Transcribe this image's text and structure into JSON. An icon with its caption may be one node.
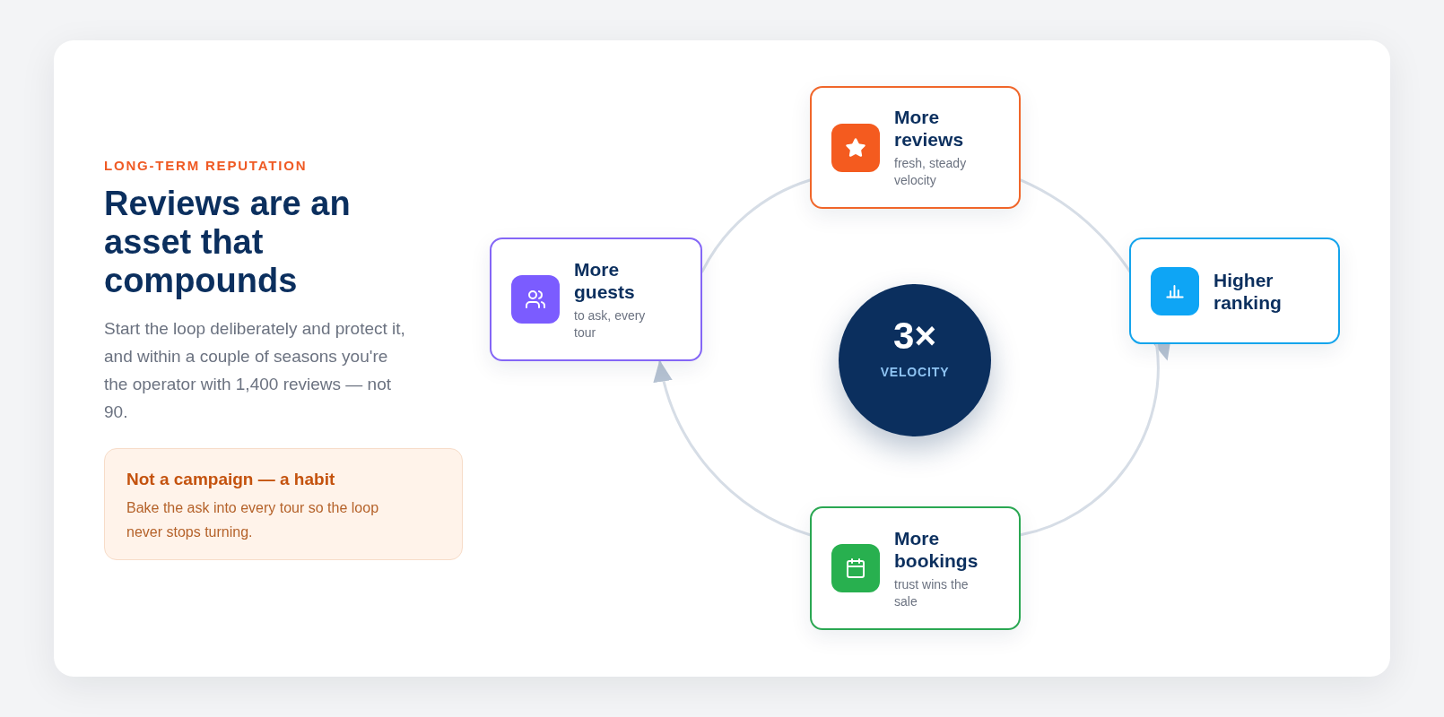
{
  "diagram": {
    "title": "Reviews are an asset that compounds",
    "nodes": [
      {
        "text": [
          "Not a campaign — a habit",
          "Bake the ask into every tour so the loop never stops turning."
        ]
      },
      {
        "text": [
          "More reviews",
          "fresh, steady velocity"
        ]
      },
      {
        "text": [
          "More guests",
          "to ask, every tour"
        ]
      },
      {
        "text": [
          "Higher ranking"
        ]
      },
      {
        "text": [
          "3×",
          "VELOCITY"
        ]
      },
      {
        "text": [
          "More bookings",
          "trust wins the sale"
        ]
      }
    ],
    "edges": [
      {
        "from": 2,
        "to": 1,
        "arrow": "none"
      },
      {
        "from": 1,
        "to": 3,
        "arrow": "to"
      },
      {
        "from": 3,
        "to": 5,
        "arrow": "none"
      },
      {
        "from": 5,
        "to": 2,
        "arrow": "to"
      }
    ],
    "labels": [
      "LONG-TERM REPUTATION",
      "Start the loop deliberately and protect it, and within a couple of seasons you're the operator with 1,400 reviews — not 90."
    ]
  }
}
